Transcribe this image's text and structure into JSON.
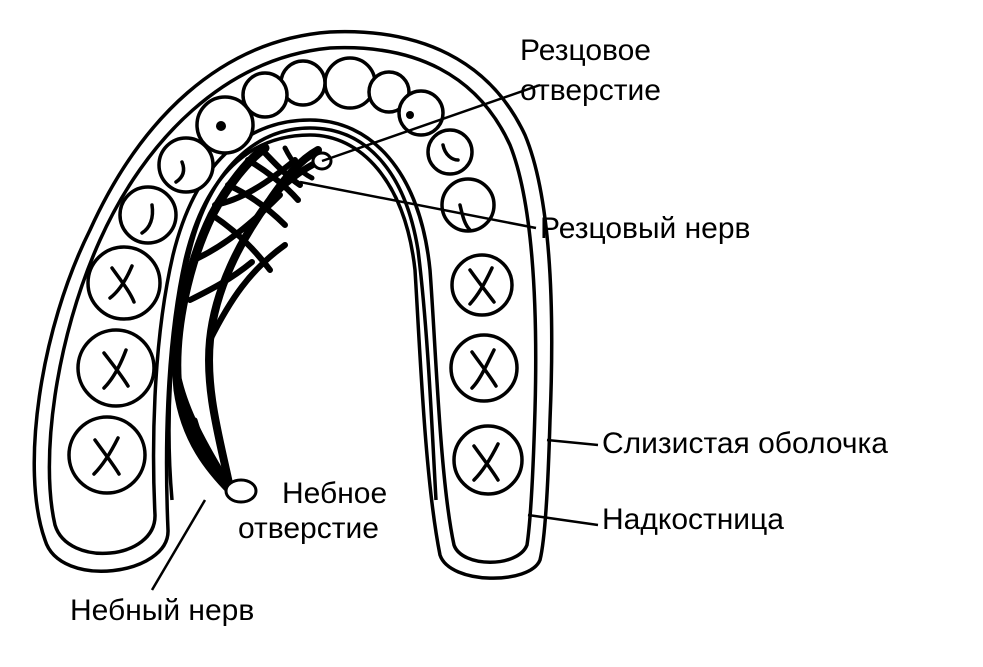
{
  "labels": {
    "incisive_foramen": [
      "Резцовое",
      "отверстие"
    ],
    "incisive_nerve": "Резцовый нерв",
    "mucosa": "Слизистая оболочка",
    "periosteum": "Надкостница",
    "palatine_foramen": [
      "Небное",
      "отверстие"
    ],
    "palatine_nerve": "Небный нерв"
  }
}
